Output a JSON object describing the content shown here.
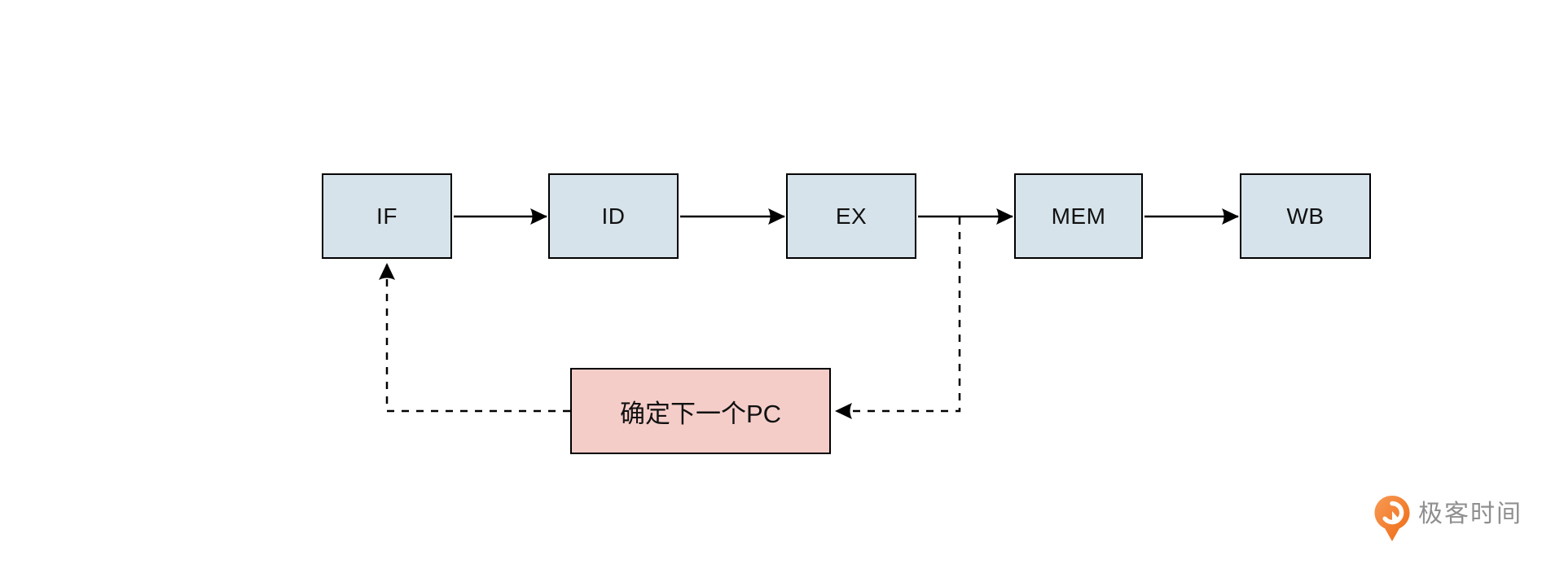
{
  "diagram": {
    "title_semantic": "cpu-pipeline-with-next-pc-feedback",
    "stages": [
      "IF",
      "ID",
      "EX",
      "MEM",
      "WB"
    ],
    "feedback_box_label": "确定下一个PC",
    "colors": {
      "stage_fill": "#d6e3eb",
      "feedback_fill": "#f4cdc9",
      "border": "#000000",
      "connector": "#000000",
      "background": "#ffffff"
    },
    "connectors": {
      "solid_arrows": [
        "IF→ID",
        "ID→EX",
        "EX→MEM",
        "MEM→WB"
      ],
      "dashed_arrows": [
        "EX/MEM-line→确定下一个PC",
        "确定下一个PC→IF"
      ]
    }
  },
  "branding": {
    "logo_text": "极客时间",
    "logo_icon": "geek-time-pin-icon",
    "logo_orange": "#ee6a13",
    "logo_orange_light": "#f89a55",
    "logo_text_color": "#8f8f8f"
  }
}
